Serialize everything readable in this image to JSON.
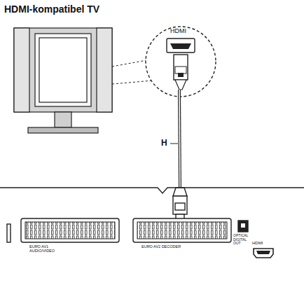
{
  "diagram": {
    "title": "HDMI-kompatibel TV",
    "labels": [
      "HDMI",
      "H",
      "HDMI",
      "EURO AV1 AUDIO/VIDEO",
      "EURO AV2 DECODER",
      "OPTICAL DIGITAL OUT"
    ]
  }
}
